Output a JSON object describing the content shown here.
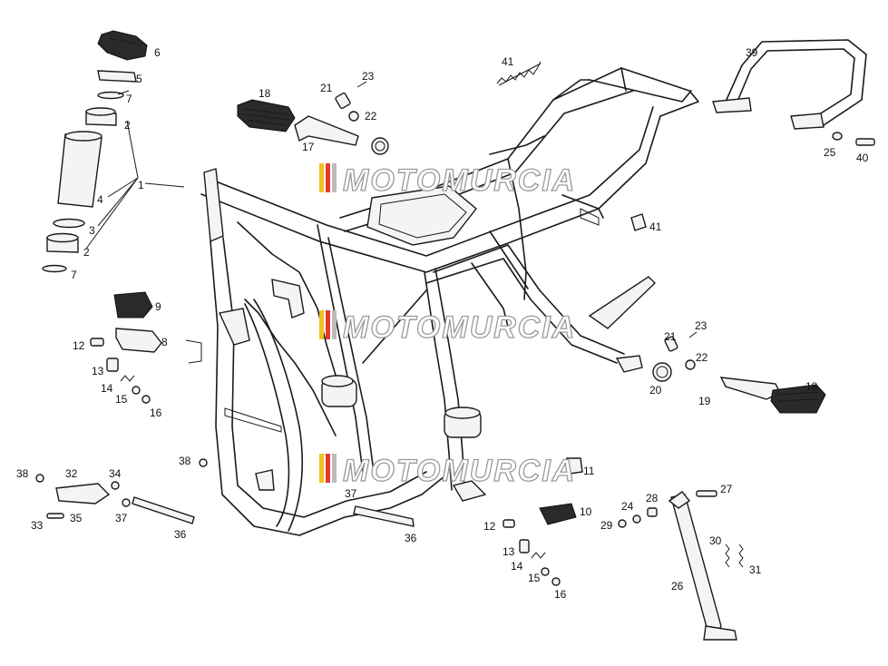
{
  "watermark": {
    "text": "MOTOMURCIA",
    "stripe_colors": [
      "#f2c21b",
      "#e23b2e",
      "#bcbcbc"
    ]
  },
  "callouts": [
    "1",
    "2",
    "3",
    "4",
    "5",
    "6",
    "7",
    "8",
    "9",
    "10",
    "11",
    "12",
    "13",
    "14",
    "15",
    "16",
    "17",
    "18",
    "19",
    "20",
    "21",
    "22",
    "23",
    "24",
    "25",
    "26",
    "27",
    "28",
    "29",
    "30",
    "31",
    "32",
    "33",
    "34",
    "35",
    "36",
    "37",
    "38",
    "39",
    "40",
    "41"
  ]
}
